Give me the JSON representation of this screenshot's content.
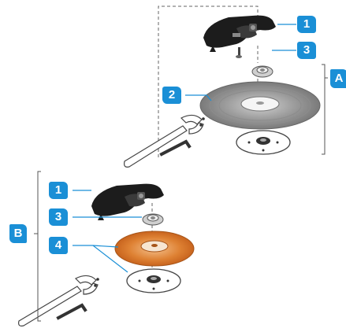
{
  "callouts": {
    "a1": "1",
    "a3": "3",
    "a2": "2",
    "b1": "1",
    "b3": "3",
    "b4": "4"
  },
  "groups": {
    "a": "A",
    "b": "B"
  },
  "colors": {
    "badge": "#1a8fd6",
    "leader": "#1a8fd6",
    "tool_body": "#1c1c1c",
    "grinding_disc": "#8a8a8a",
    "sanding_pad": "#d9762b",
    "outline": "#555555"
  },
  "icons": [
    "angle-grinder-icon",
    "pin-spanner-icon",
    "hex-key-icon"
  ]
}
